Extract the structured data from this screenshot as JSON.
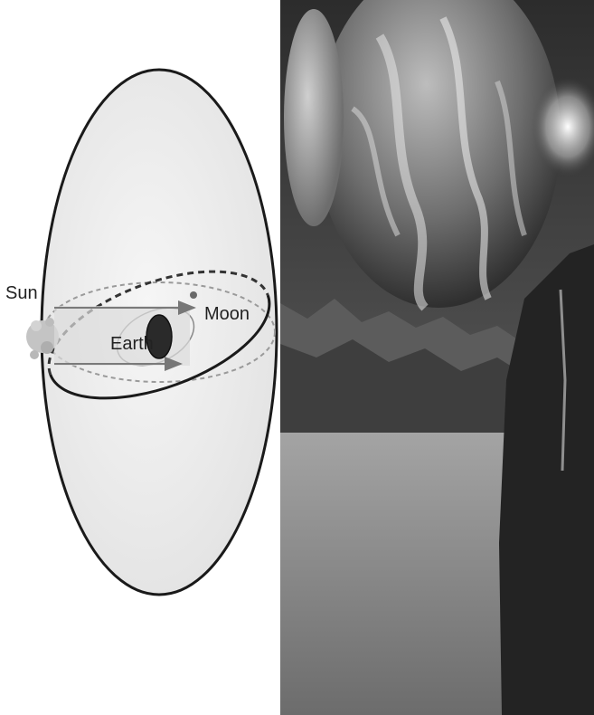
{
  "diagram": {
    "labels": {
      "sun": "Sun",
      "earth": "Earth",
      "moon": "Moon"
    },
    "colors": {
      "background": "#ffffff",
      "celestial_sphere_fill": "#efefef",
      "ellipse_stroke": "#1a1a1a",
      "earth_fill": "#2a2a2a",
      "sun_fill": "#bdbdbd"
    }
  },
  "photo": {
    "colors": {
      "sky": "#3a3a3a",
      "water": "#8e8e8e",
      "mountains": "#5a5a5a",
      "cliff": "#262626"
    }
  }
}
